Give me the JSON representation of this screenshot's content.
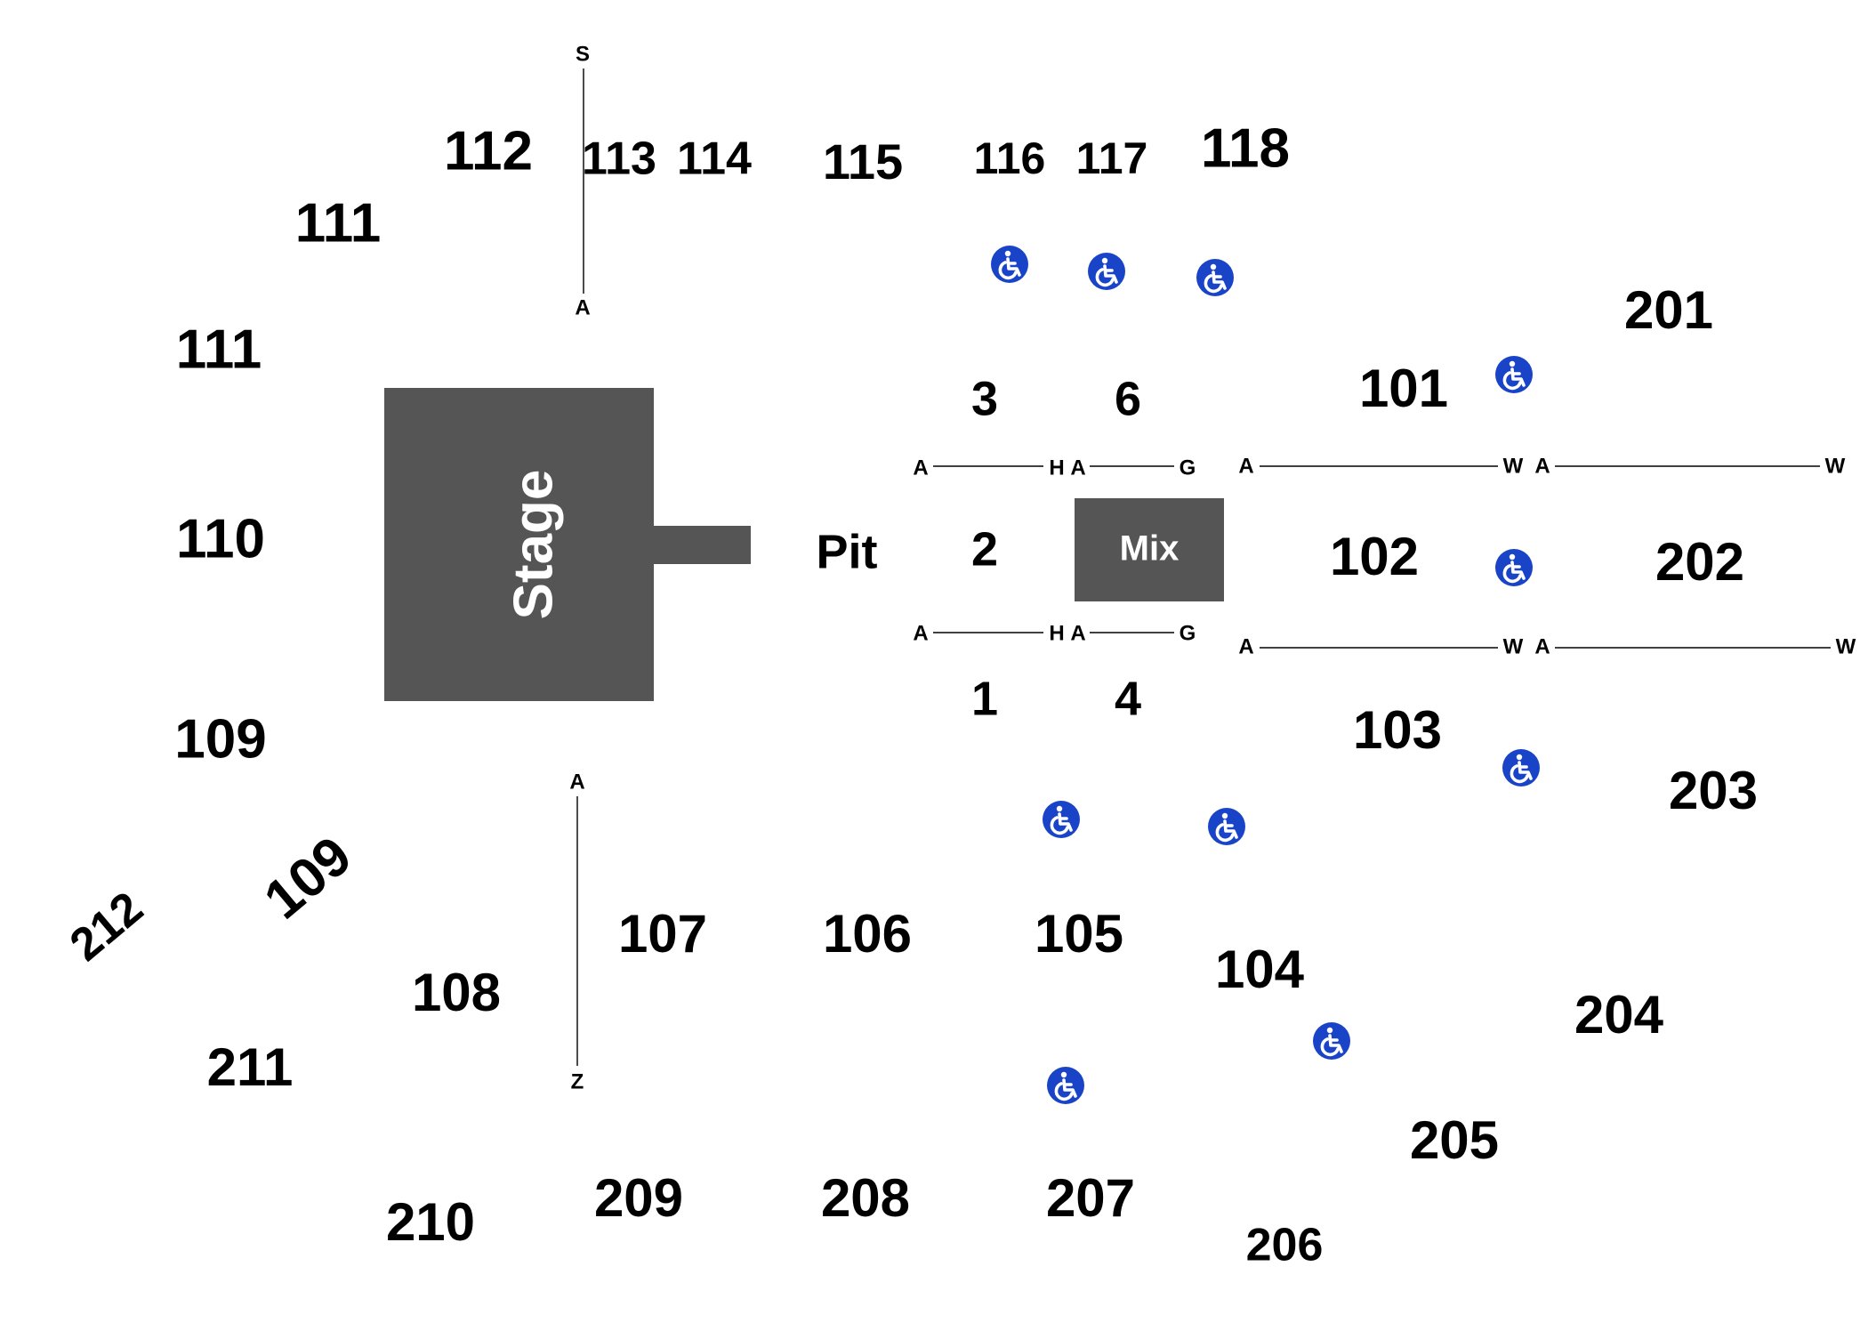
{
  "stage": {
    "label": "Stage",
    "color": "#555555"
  },
  "pit": {
    "label": "Pit"
  },
  "mix": {
    "label": "Mix",
    "color": "#555555"
  },
  "accessibility_icon": "wheelchair-icon",
  "accessibility_color": "#1a44c8",
  "sections": {
    "s112": "112",
    "s113": "113",
    "s114": "114",
    "s115": "115",
    "s116": "116",
    "s117": "117",
    "s118": "118",
    "s111_upper": "111",
    "s111_lower": "111",
    "s110": "110",
    "s109_upper": "109",
    "s109_rotated": "109",
    "s212": "212",
    "s108": "108",
    "s107": "107",
    "s106": "106",
    "s105": "105",
    "s104": "104",
    "s103": "103",
    "s102": "102",
    "s101": "101",
    "s201": "201",
    "s202": "202",
    "s203": "203",
    "s204": "204",
    "s205": "205",
    "s206": "206",
    "s207": "207",
    "s208": "208",
    "s209": "209",
    "s210": "210",
    "s211": "211",
    "floor1": "1",
    "floor2": "2",
    "floor3": "3",
    "floor4": "4",
    "floor6": "6"
  },
  "rows": {
    "top_vertical": {
      "start": "S",
      "end": "A"
    },
    "bottom_vertical": {
      "start": "A",
      "end": "Z"
    },
    "upper_floor_left": {
      "start": "A",
      "end": "H"
    },
    "upper_floor_mid": {
      "start": "A",
      "end": "G"
    },
    "upper_100s": {
      "start": "A",
      "end": "W"
    },
    "upper_200s": {
      "start": "A",
      "end": "W"
    },
    "lower_floor_left": {
      "start": "A",
      "end": "H"
    },
    "lower_floor_mid": {
      "start": "A",
      "end": "G"
    },
    "lower_100s": {
      "start": "A",
      "end": "W"
    },
    "lower_200s": {
      "start": "A",
      "end": "W"
    }
  }
}
